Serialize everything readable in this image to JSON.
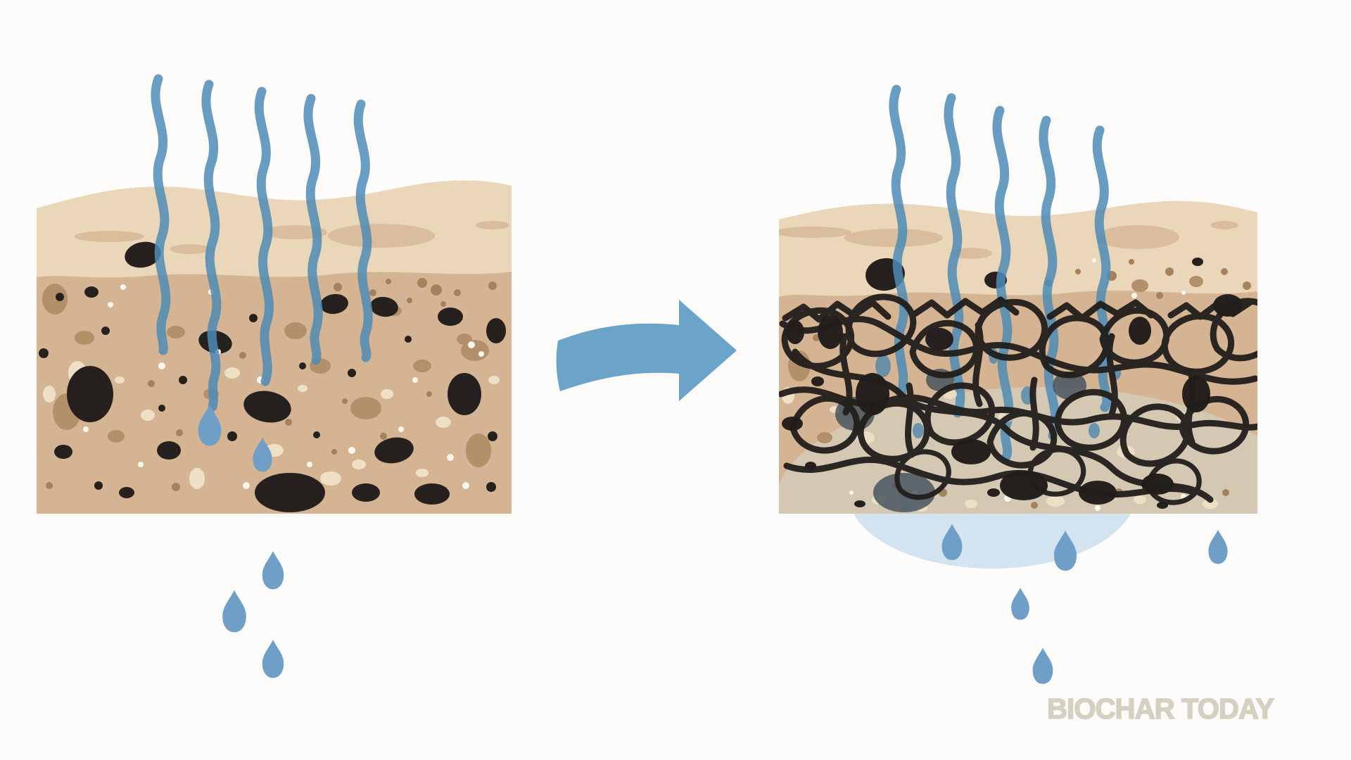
{
  "watermark": {
    "text": "BIOCHAR TODAY",
    "color": "#d5d0c0"
  },
  "colors": {
    "background": "#fdfcfb",
    "soil_surface": "#ead6b8",
    "soil_body": "#d4b492",
    "soil_smudge": "#d9bd9c",
    "pebble_brown": "#b3906a",
    "dot_brown": "#a5825a",
    "spot_cream": "#eee0c5",
    "spot_white": "#faf6ee",
    "black": "#26211e",
    "water_line": "#4f8cb6",
    "droplet": "#6f9fc6",
    "arrow": "#6ba3c9",
    "biochar": "#211e1c",
    "slate": "#47555f",
    "patch_blue": "#4f86ad",
    "pool": "#d3e3f0",
    "wet_tint": "#d6d0c2"
  },
  "scene": {
    "left_panel": {
      "evaporation_lines": 5,
      "droplets_in_soil": 2,
      "droplets_below": 3
    },
    "right_panel": {
      "evaporation_lines": 5,
      "droplets_below": 5,
      "has_biochar_network": true,
      "has_water_pool": true
    },
    "arrow_direction": "right"
  }
}
